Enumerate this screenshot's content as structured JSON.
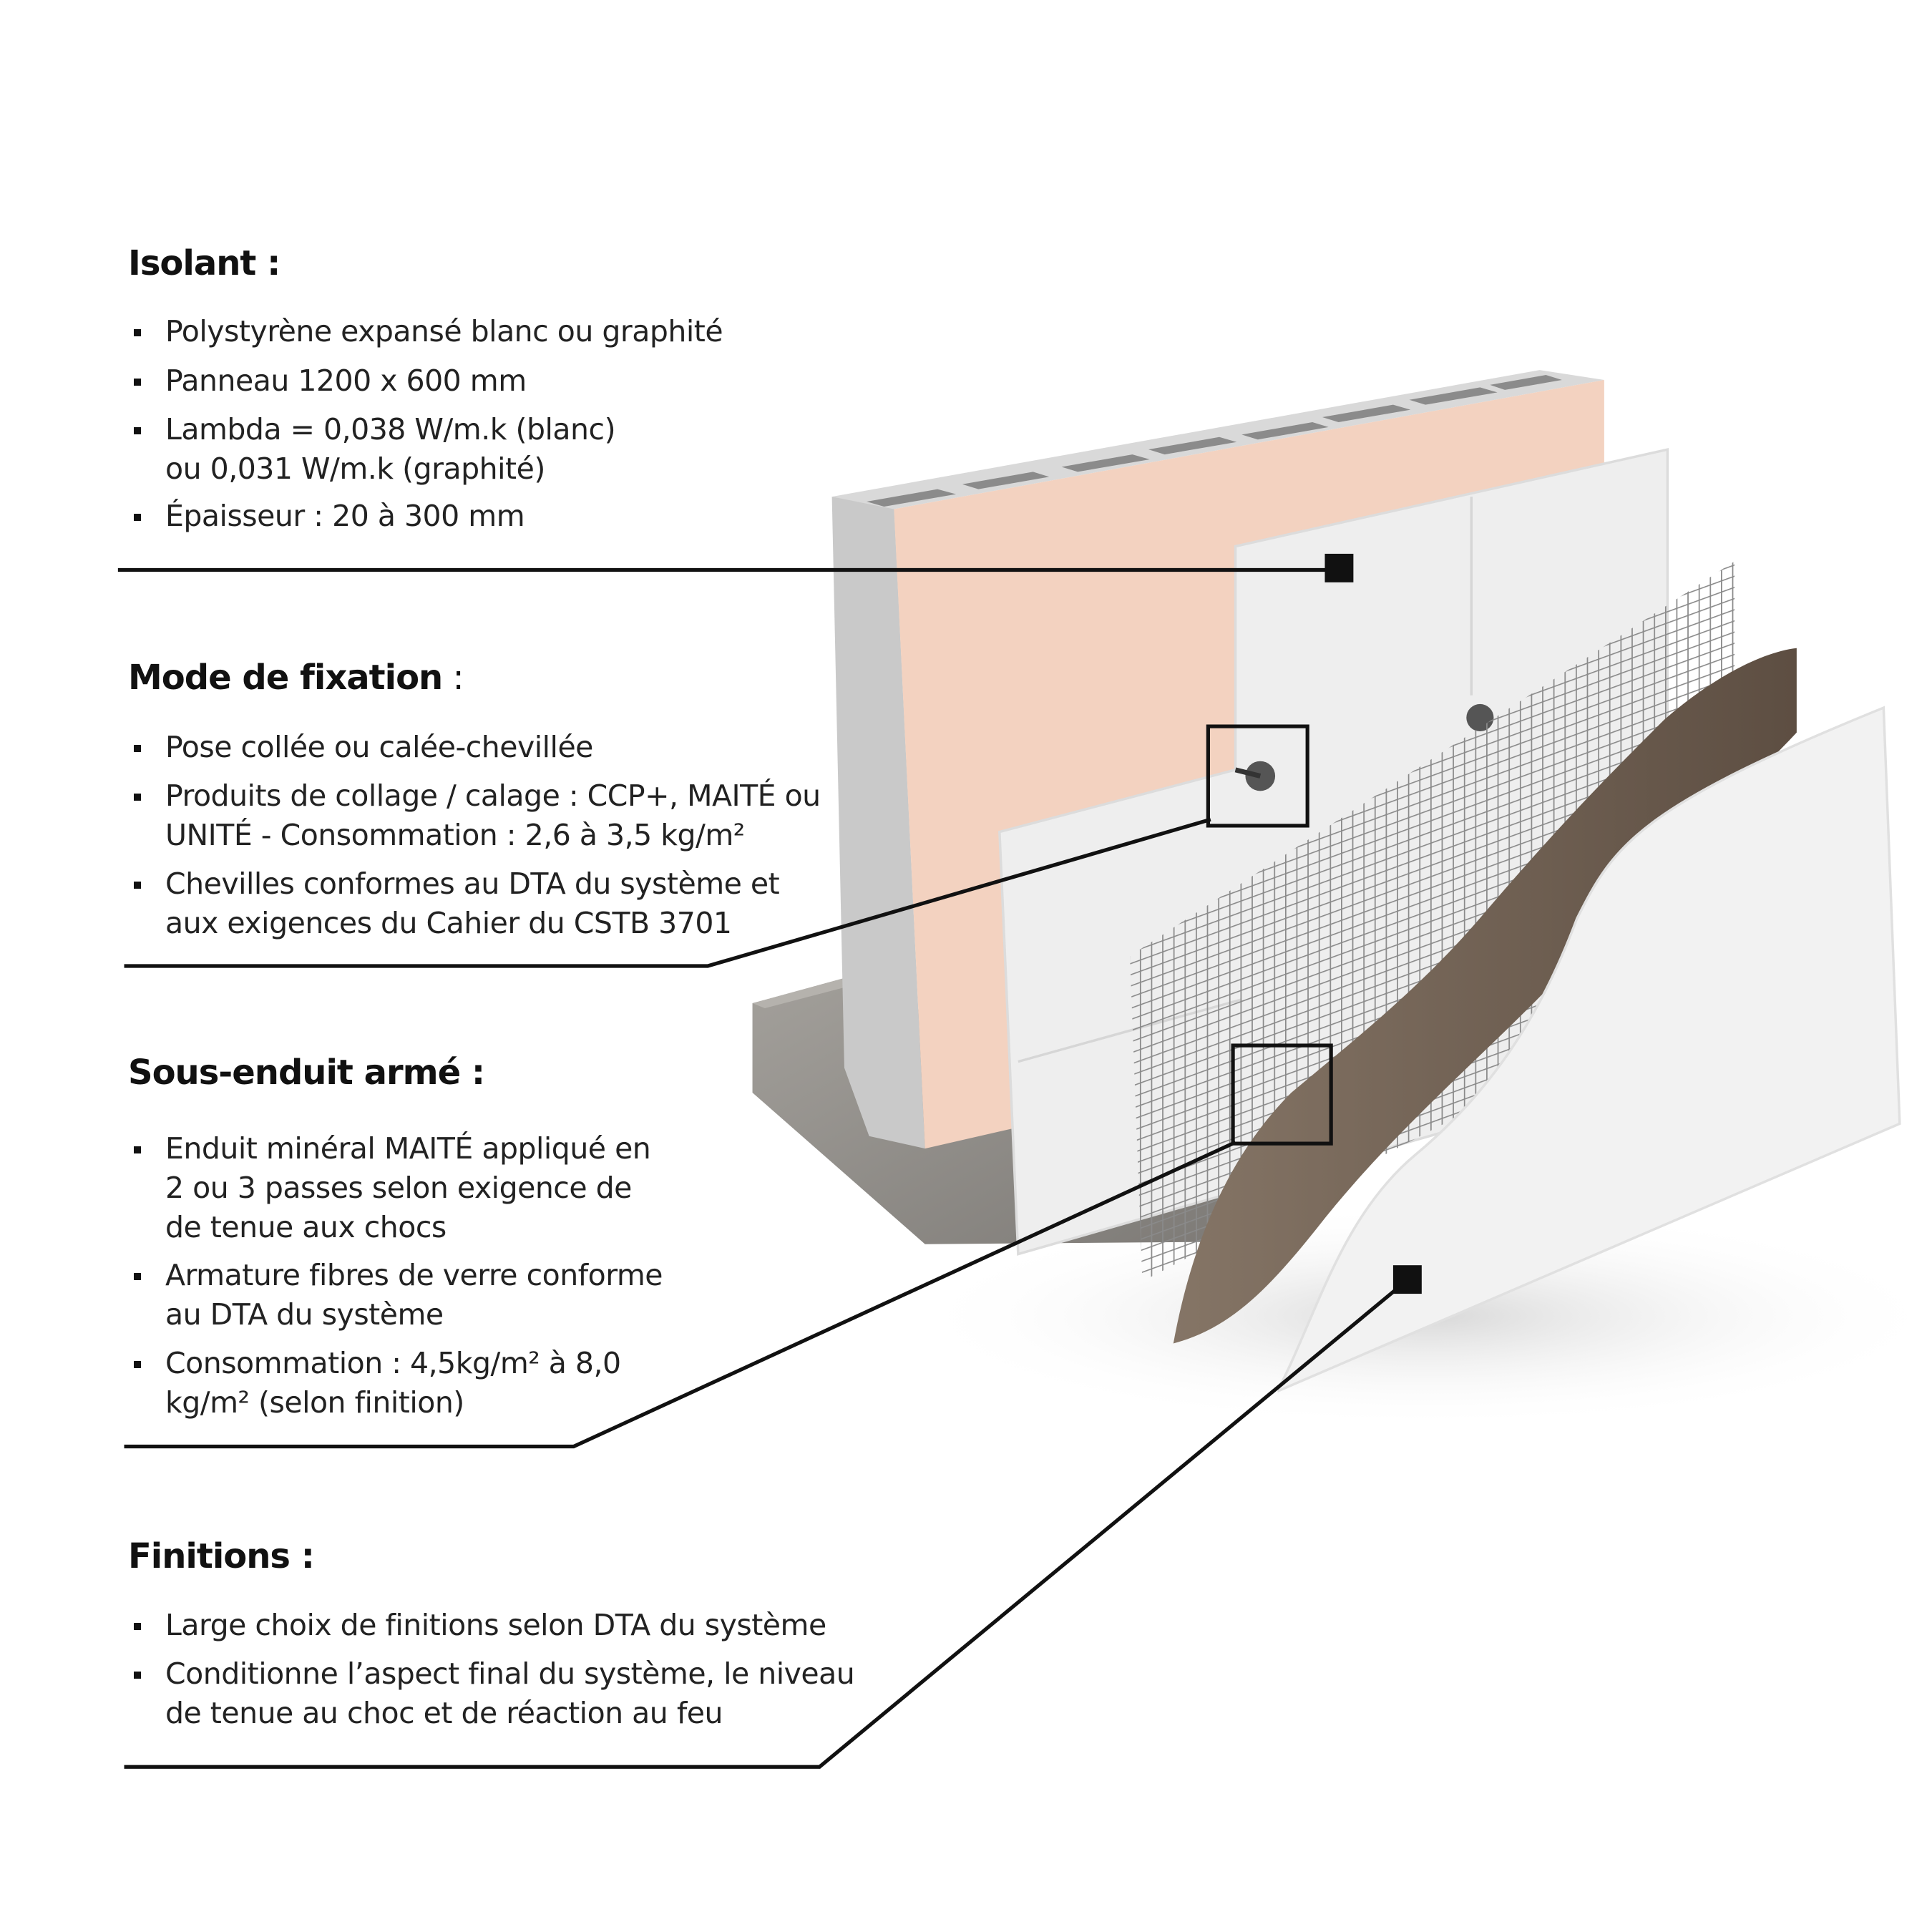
{
  "sections": [
    {
      "title": "Isolant :",
      "items": [
        [
          "Polystyrène expansé blanc ou graphité"
        ],
        [
          "Panneau 1200 x 600 mm"
        ],
        [
          "Lambda = 0,038 W/m.k (blanc)",
          "ou 0,031 W/m.k (graphité)"
        ],
        [
          "Épaisseur : 20 à 300 mm"
        ]
      ]
    },
    {
      "title": "Mode de fixation",
      "title_suffix": " :",
      "items": [
        [
          "Pose collée ou calée-chevillée"
        ],
        [
          "Produits de collage / calage : CCP+, MAITÉ ou",
          "UNITÉ - Consommation : 2,6 à 3,5 kg/m²"
        ],
        [
          "Chevilles conformes au DTA du système et",
          "aux exigences du Cahier du CSTB 3701"
        ]
      ]
    },
    {
      "title": "Sous-enduit armé :",
      "items": [
        [
          "Enduit minéral MAITÉ appliqué en",
          "2 ou 3 passes selon exigence de",
          "de tenue aux chocs"
        ],
        [
          "Armature fibres de verre conforme",
          "au DTA du système"
        ],
        [
          "Consommation : 4,5kg/m² à 8,0",
          "kg/m² (selon finition)"
        ]
      ]
    },
    {
      "title": "Finitions :",
      "items": [
        [
          "Large choix de finitions selon DTA du système"
        ],
        [
          "Conditionne l’aspect final du système, le niveau",
          "de tenue au choc et de réaction au feu"
        ]
      ]
    }
  ],
  "colors": {
    "text": "#1a1a1a",
    "leader": "#111111",
    "wall_render": "#f3d2c0",
    "concrete": "#8f8c88",
    "insulation": "#eeeeee",
    "undercoat": "#6d5d50",
    "finish": "#f2f2f2"
  }
}
